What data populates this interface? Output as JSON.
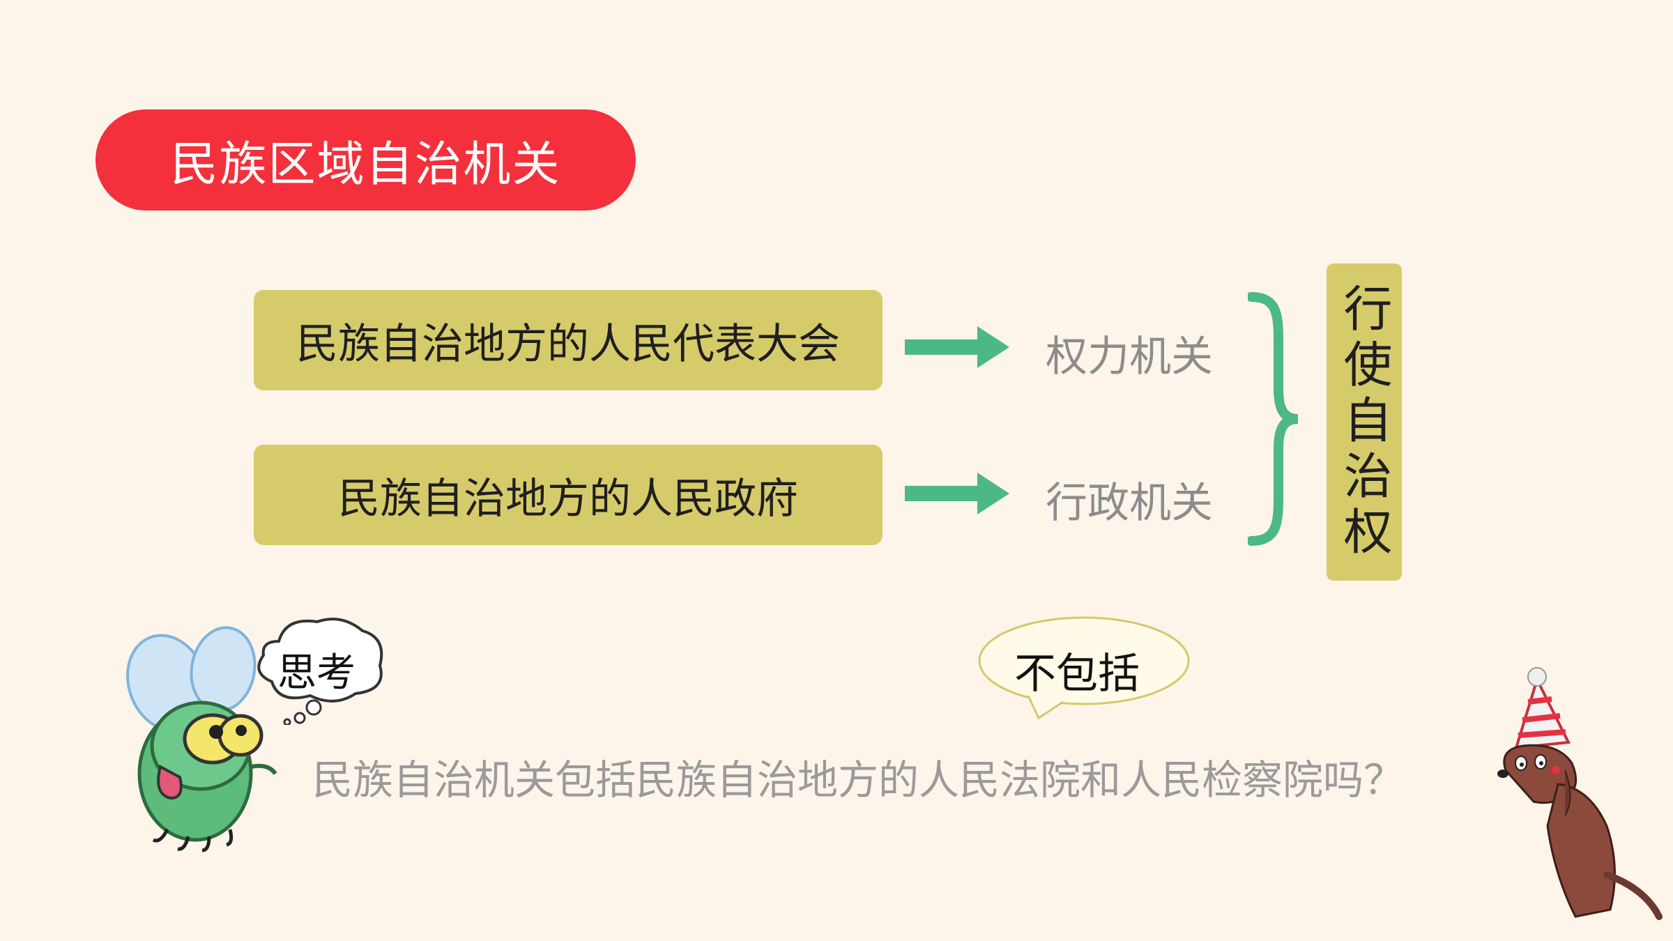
{
  "title": "民族区域自治机关",
  "rows": [
    {
      "body": "民族自治地方的人民代表大会",
      "organ": "权力机关"
    },
    {
      "body": "民族自治地方的人民政府",
      "organ": "行政机关"
    }
  ],
  "exercise": "行使自治权",
  "think_label": "思考",
  "speech": "不包括",
  "question": "民族自治机关包括民族自治地方的人民法院和人民检察院吗？",
  "colors": {
    "title_pill": "#f3303b",
    "box": "#d6cb6a",
    "arrow": "#4cb887",
    "background": "#fdf4ea"
  }
}
